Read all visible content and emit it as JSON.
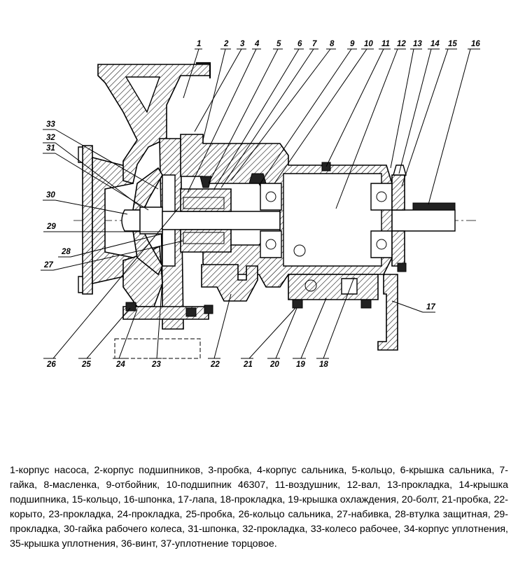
{
  "diagram": {
    "callouts": [
      {
        "num": "1"
      },
      {
        "num": "2"
      },
      {
        "num": "3"
      },
      {
        "num": "4"
      },
      {
        "num": "5"
      },
      {
        "num": "6"
      },
      {
        "num": "7"
      },
      {
        "num": "8"
      },
      {
        "num": "9"
      },
      {
        "num": "10"
      },
      {
        "num": "11"
      },
      {
        "num": "12"
      },
      {
        "num": "13"
      },
      {
        "num": "14"
      },
      {
        "num": "15"
      },
      {
        "num": "16"
      },
      {
        "num": "17"
      },
      {
        "num": "18"
      },
      {
        "num": "19"
      },
      {
        "num": "20"
      },
      {
        "num": "21"
      },
      {
        "num": "22"
      },
      {
        "num": "23"
      },
      {
        "num": "24"
      },
      {
        "num": "25"
      },
      {
        "num": "26"
      },
      {
        "num": "27"
      },
      {
        "num": "28"
      },
      {
        "num": "29"
      },
      {
        "num": "30"
      },
      {
        "num": "31"
      },
      {
        "num": "32"
      },
      {
        "num": "33"
      }
    ]
  },
  "caption": "1-корпус насоса, 2-корпус подшипников, 3-пробка, 4-корпус сальника, 5-кольцо, 6-крышка сальника, 7-гайка, 8-масленка, 9-отбойник, 10-подшипник 46307, 11-воздушник, 12-вал, 13-прокладка, 14-крышка подшипника, 15-кольцо, 16-шпонка, 17-лапа, 18-прокладка, 19-крышка охлаждения, 20-болт, 21-пробка, 22-корыто, 23-прокладка, 24-прокладка, 25-пробка, 26-кольцо сальника, 27-набивка, 28-втулка защитная, 29-прокладка, 30-гайка рабочего колеса, 31-шпонка, 32-прокладка, 33-колесо рабочее, 34-корпус уплотнения, 35-крышка уплотнения, 36-винт, 37-уплотнение торцовое."
}
